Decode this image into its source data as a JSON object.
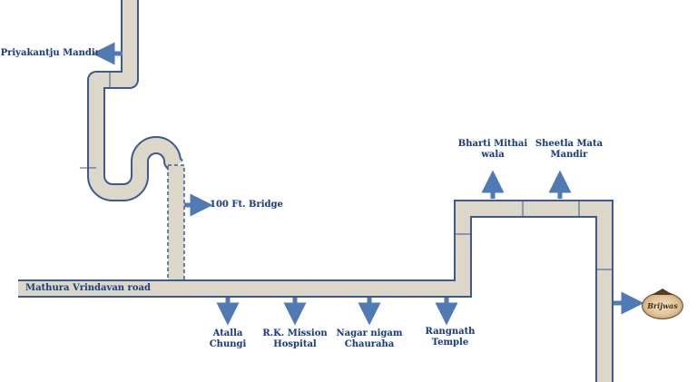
{
  "colors": {
    "road_fill": "#dcd7c9",
    "road_border": "#3c5a8c",
    "arrow": "#4f7ab3",
    "label": "#1f3f74"
  },
  "labels": {
    "priyakantju_mandir": "Priyakantju Mandir",
    "bridge": "100 Ft. Bridge",
    "main_road": "Mathura Vrindavan road",
    "atalla_chungi": [
      "Atalla",
      "Chungi"
    ],
    "rk_mission_hospital": [
      "R.K. Mission",
      "Hospital"
    ],
    "nagar_nigam_chauraha": [
      "Nagar nigam",
      "Chauraha"
    ],
    "rangnath_temple": [
      "Rangnath",
      "Temple"
    ],
    "bharti_mithai_wala": [
      "Bharti Mithai",
      "wala"
    ],
    "sheetla_mata_mandir": [
      "Sheetla Mata",
      "Mandir"
    ]
  },
  "logo": {
    "icon": "project-logo",
    "text": "Brijwas"
  }
}
